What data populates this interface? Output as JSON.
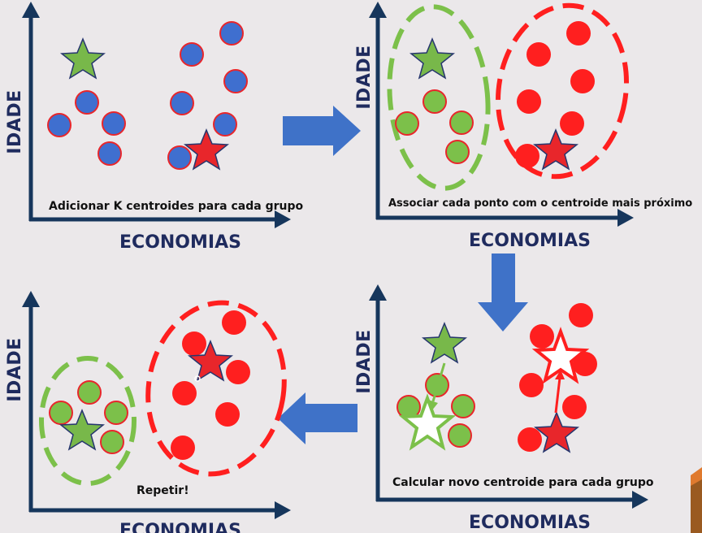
{
  "axis_labels": {
    "y": "IDADE",
    "x": "ECONOMIAS"
  },
  "panels": [
    {
      "id": "top-left",
      "caption": "Adicionar K centroides para cada grupo"
    },
    {
      "id": "top-right",
      "caption": "Associar cada ponto com o centroide mais próximo"
    },
    {
      "id": "bottom-right",
      "caption": "Calcular novo centroide para cada grupo"
    },
    {
      "id": "bottom-left",
      "caption": "Repetir!"
    }
  ],
  "colors": {
    "axis": "#16365c",
    "label": "#1f2b5e",
    "unassigned_point": "#3f6fcf",
    "cluster_green": "#7cc04a",
    "cluster_red": "#ff1f1f",
    "arrow": "#3f72c8",
    "star_green": "#78b84a",
    "star_red": "#e8262b",
    "star_stroke": "#26366e"
  }
}
